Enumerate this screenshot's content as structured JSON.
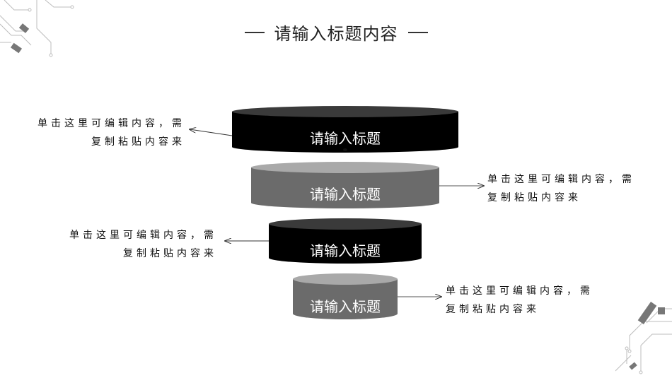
{
  "title": "请输入标题内容",
  "funnel": [
    {
      "label": "请输入标题",
      "color": "#000000",
      "side": "left",
      "desc_line1": "单击这里可编辑内容，需",
      "desc_line2": "复制粘贴内容来"
    },
    {
      "label": "请输入标题",
      "color": "#6b6b6b",
      "side": "right",
      "desc_line1": "单击这里可编辑内容，需",
      "desc_line2": "复制粘贴内容来"
    },
    {
      "label": "请输入标题",
      "color": "#000000",
      "side": "left",
      "desc_line1": "单击这里可编辑内容，需",
      "desc_line2": "复制粘贴内容来"
    },
    {
      "label": "请输入标题",
      "color": "#6b6b6b",
      "side": "right",
      "desc_line1": "单击这里可编辑内容，需",
      "desc_line2": "复制粘贴内容来"
    }
  ]
}
